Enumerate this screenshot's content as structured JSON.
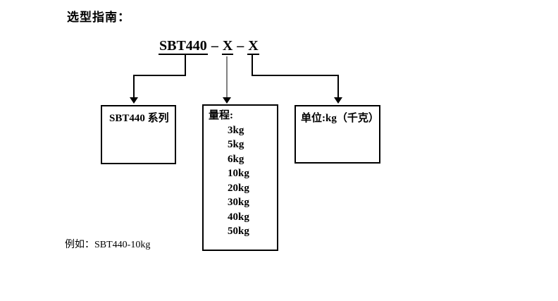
{
  "page": {
    "title": "选型指南："
  },
  "formula": {
    "base": "SBT440",
    "separator": "–",
    "x1": "X",
    "x2": "X"
  },
  "boxes": {
    "series": {
      "label": "SBT440 系列"
    },
    "range": {
      "label": "量程:",
      "options": [
        "3kg",
        "5kg",
        "6kg",
        "10kg",
        "20kg",
        "30kg",
        "40kg",
        "50kg"
      ]
    },
    "unit": {
      "label": "单位:kg（千克）"
    }
  },
  "example": {
    "prefix": "例如：",
    "value": "SBT440-10kg"
  },
  "colors": {
    "background": "#ffffff",
    "text": "#000000",
    "connector": "#000000",
    "connector_middle": "#808080"
  }
}
